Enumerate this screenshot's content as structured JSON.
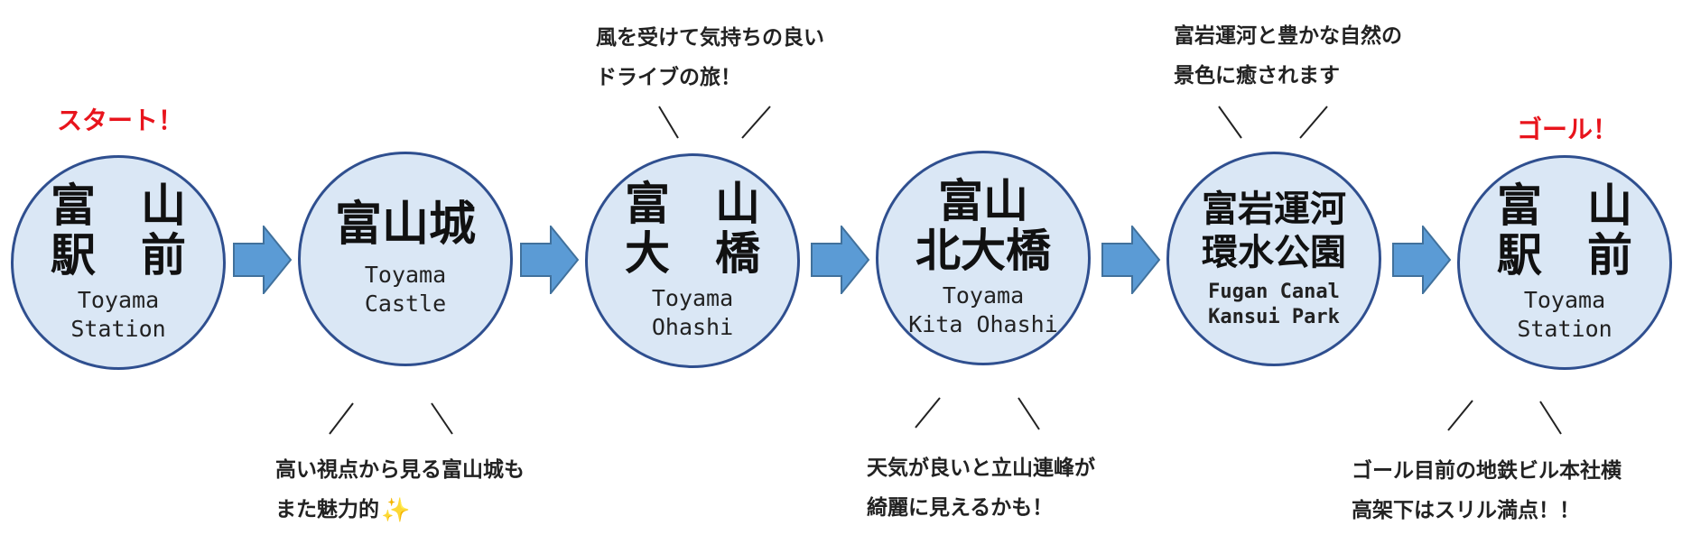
{
  "stops": [
    {
      "jp": [
        "富　山",
        "駅　前"
      ],
      "en": [
        "Toyama",
        "Station"
      ]
    },
    {
      "jp": [
        "富山城"
      ],
      "en": [
        "Toyama",
        "Castle"
      ]
    },
    {
      "jp": [
        "富　山",
        "大　橋"
      ],
      "en": [
        "Toyama",
        "Ohashi"
      ]
    },
    {
      "jp": [
        "富山",
        "北大橋"
      ],
      "en": [
        "Toyama",
        "Kita Ohashi"
      ]
    },
    {
      "jp": [
        "富岩運河",
        "環水公園"
      ],
      "en": [
        "Fugan Canal",
        "Kansui Park"
      ]
    },
    {
      "jp": [
        "富　山",
        "駅　前"
      ],
      "en": [
        "Toyama",
        "Station"
      ]
    }
  ],
  "tags": {
    "start": "スタート！",
    "goal": "ゴール！"
  },
  "notes": {
    "castle": [
      "高い視点から見る富山城も",
      "また魅力的"
    ],
    "ohashi": [
      "風を受けて気持ちの良い",
      "ドライブの旅！"
    ],
    "kita_ohashi": [
      "天気が良いと立山連峰が",
      "綺麗に見えるかも！"
    ],
    "kansui": [
      "富岩運河と豊かな自然の",
      "景色に癒されます"
    ],
    "goal_station": [
      "ゴール目前の地鉄ビル本社横",
      "高架下はスリル満点！！"
    ]
  },
  "icons": {
    "flow_arrow": "right-block-arrow",
    "sparkle": "sparkle-icon"
  },
  "colors": {
    "circle_fill": "#dae7f5",
    "circle_border": "#2f4f8f",
    "arrow": "#5b9bd5",
    "tag": "#e8141c"
  }
}
